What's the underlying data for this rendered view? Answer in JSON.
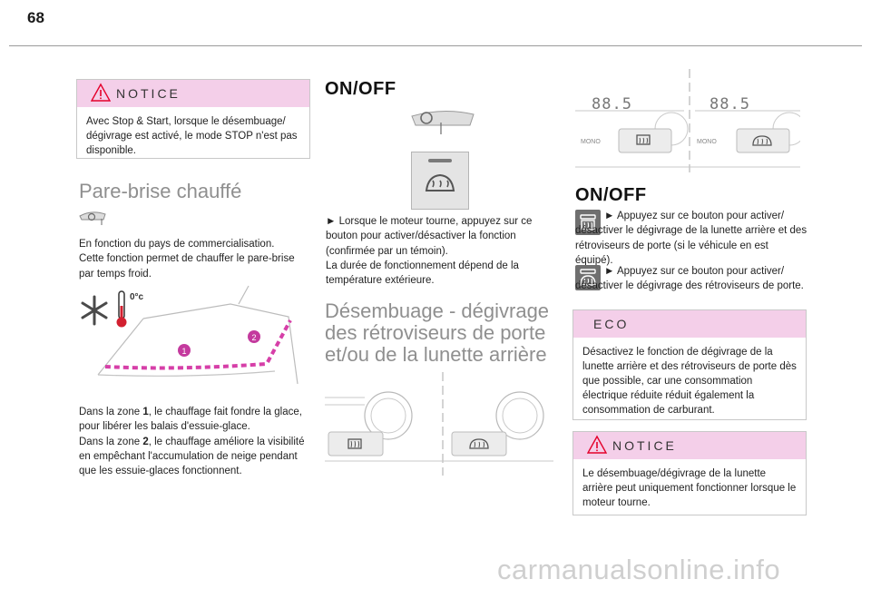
{
  "page": {
    "number": "68"
  },
  "col1": {
    "notice": {
      "title": "NOTICE",
      "text": "Avec Stop & Start, lorsque le désembuage/ dégivrage est activé, le mode STOP n'est pas disponible."
    },
    "heading": "Pare-brise chauffé",
    "intro": [
      "En fonction du pays de commercialisation.",
      "Cette fonction permet de chauffer le pare-brise par temps froid."
    ],
    "illustration": {
      "temp_label": "0°c",
      "zone1": "1",
      "zone2": "2"
    },
    "zones": {
      "z1_pre": "Dans la zone ",
      "z1_num": "1",
      "z1_post": ", le chauffage fait fondre la glace, pour libérer les balais d'essuie-glace.",
      "z2_pre": "Dans la zone ",
      "z2_num": "2",
      "z2_post": ", le chauffage améliore la visibilité en empêchant l'accumulation de neige pendant que les essuie-glaces fonctionnent."
    }
  },
  "col2": {
    "heading": "ON/OFF",
    "text": [
      "► Lorsque le moteur tourne, appuyez sur ce bouton pour activer/désactiver la fonction (confirmée par un témoin).",
      "La durée de fonctionnement dépend de la température extérieure."
    ],
    "heading2": "Désembuage - dégivrage des rétroviseurs de porte et/ou de la lunette arrière"
  },
  "col3": {
    "display": {
      "reading_left": "88.5",
      "reading_right": "88.5",
      "mono_left": "MONO",
      "mono_right": "MONO"
    },
    "heading": "ON/OFF",
    "item1": "► Appuyez sur ce bouton pour activer/ désactiver le dégivrage de la lunette arrière et des rétroviseurs de porte (si le véhicule en est équipé).",
    "item2": "► Appuyez sur ce bouton pour activer/ désactiver le dégivrage des rétroviseurs de porte.",
    "eco": {
      "title": "ECO",
      "text": "Désactivez le fonction de dégivrage de la lunette arrière et des rétroviseurs de porte dès que possible, car une consommation électrique réduite réduit également la consommation de carburant."
    },
    "notice": {
      "title": "NOTICE",
      "text": "Le désembuage/dégivrage de la lunette arrière peut uniquement fonctionner lorsque le moteur tourne."
    }
  },
  "footer": {
    "watermark": "carmanualsonline.info"
  },
  "colors": {
    "pink_header": "#f4cfe9",
    "warning_red": "#e4002b",
    "heading_gray": "#8f8f8f"
  }
}
